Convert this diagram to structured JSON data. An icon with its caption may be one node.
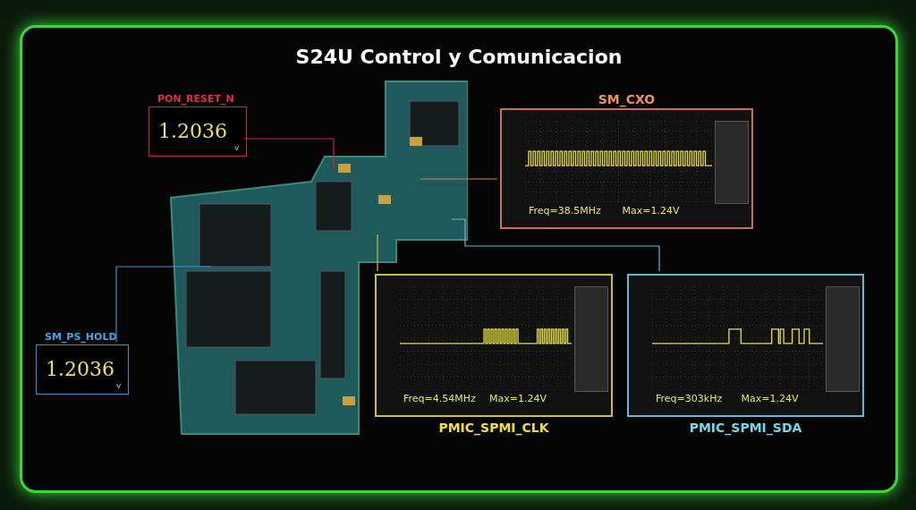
{
  "diagram": {
    "title": "S24U Control y Comunicacion",
    "nodes": [
      {
        "text": [],
        "shape": "picture"
      },
      {
        "text": [
          "PON_RESET_N",
          "1.2036",
          "V"
        ]
      },
      {
        "text": [
          "SM_PS_HOLD",
          "1.2036",
          "V"
        ]
      },
      {
        "text": [
          "SM_CXO",
          "Freq=38.5MHz",
          "Max=1.24V"
        ]
      },
      {
        "text": [
          "Freq=4.54MHz",
          "Max=1.24V",
          "PMIC_SPMI_CLK"
        ]
      },
      {
        "text": [
          "Freq=303kHz",
          "Max=1.24V",
          "PMIC_SPMI_SDA"
        ]
      }
    ],
    "edges": [
      {
        "from": 1,
        "to": 0,
        "arrow": "none",
        "color": "#c8283c"
      },
      {
        "from": 2,
        "to": 0,
        "arrow": "none",
        "color": "#3a8fd0"
      },
      {
        "from": 3,
        "to": 0,
        "arrow": "none",
        "color": "#d08060"
      },
      {
        "from": 4,
        "to": 0,
        "arrow": "none",
        "color": "#c8c040"
      },
      {
        "from": 5,
        "to": 0,
        "arrow": "none",
        "color": "#6ab8d0"
      }
    ]
  }
}
